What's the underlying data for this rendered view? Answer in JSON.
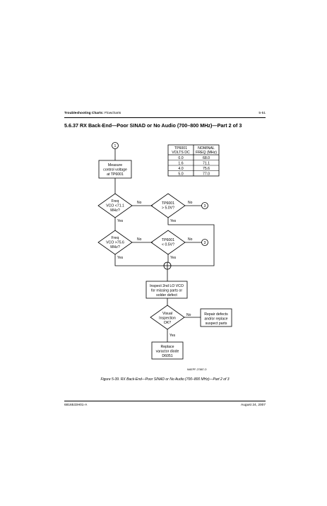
{
  "header": {
    "section_bold": "Troubleshooting Charts:",
    "section_rest": " Flowcharts",
    "page_number": "5-51"
  },
  "title": "5.6.37  RX Back-End—Poor SINAD or No Audio (700–800 MHz)—Part 2 of 3",
  "table": {
    "headers": [
      [
        "TP6001",
        "VOLTS DC"
      ],
      [
        "NOMINAL",
        "FREQ (MHz)"
      ]
    ],
    "rows": [
      [
        "0.0",
        "68.0"
      ],
      [
        "1.6",
        "71.1"
      ],
      [
        "4.0",
        "75.6"
      ],
      [
        "5.0",
        "77.0"
      ]
    ]
  },
  "flow": {
    "start_connector": "1",
    "measure": [
      "Measure",
      "control voltage",
      "at TP6001"
    ],
    "dec1": [
      "Freq",
      "VCO <71.1",
      "MHz?"
    ],
    "dec2": [
      "TP6001",
      "> 5.0V?"
    ],
    "dec3": [
      "Freq",
      "VCO >75.6",
      "MHz?"
    ],
    "dec4": [
      "TP6001",
      "< 0.5V?"
    ],
    "inspect": [
      "Inspect 2nd LO VCO",
      "for missing parts or",
      "solder defect"
    ],
    "dec5": [
      "Visual",
      "Inspection",
      "OK?"
    ],
    "repair": [
      "Repair defects",
      "and/or replace",
      "suspect parts"
    ],
    "replace": [
      "Replace",
      "varactor diode",
      "D6051"
    ],
    "connector_3": "3",
    "yes": "Yes",
    "no": "No",
    "art_code": "MAEPF-27887-O"
  },
  "caption": "Figure 5-39.  RX Back-End—Poor SINAD or No Audio (700–800 MHz)—Part 2 of 3",
  "footer": {
    "doc_number": "6816533H01-A",
    "date": "August 24, 2007"
  }
}
